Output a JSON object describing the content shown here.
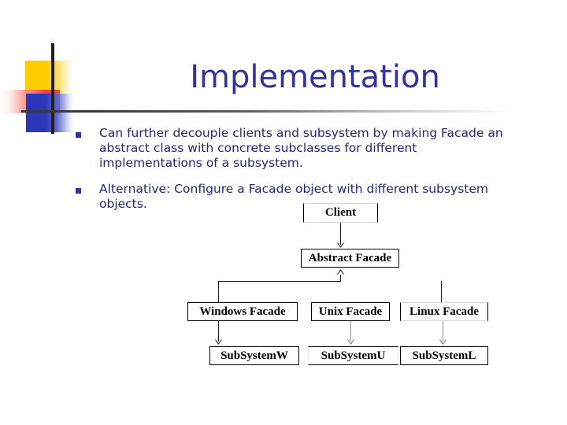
{
  "slide": {
    "title": "Implementation",
    "accent_color": "#333399",
    "body_color": "#262673",
    "background": "#ffffff",
    "decoration": {
      "yellow": "#ffcc00",
      "red": "#f2413a",
      "blue": "#2b36b8",
      "rule": "#3a3a3a"
    },
    "bullets": [
      {
        "marker": "square-bullet",
        "text": "Can further decouple clients and subsystem by making Facade an abstract class with concrete subclasses for different implementations of a subsystem."
      },
      {
        "marker": "square-bullet",
        "text": "Alternative: Configure a Facade object with different subsystem objects."
      }
    ]
  },
  "diagram": {
    "type": "class-hierarchy",
    "nodes": [
      {
        "id": "client",
        "label": "Client",
        "border": "sides"
      },
      {
        "id": "abstract-facade",
        "label": "Abstract Facade",
        "border": "box"
      },
      {
        "id": "windows-facade",
        "label": "Windows Facade",
        "border": "box"
      },
      {
        "id": "unix-facade",
        "label": "Unix Facade",
        "border": "box"
      },
      {
        "id": "linux-facade",
        "label": "Linux Facade",
        "border": "sides"
      },
      {
        "id": "subsystem-w",
        "label": "SubSystemW",
        "border": "box"
      },
      {
        "id": "subsystem-u",
        "label": "SubSystemU",
        "border": "updown"
      },
      {
        "id": "subsystem-l",
        "label": "SubSystemL",
        "border": "box"
      }
    ],
    "edges": [
      {
        "from": "client",
        "to": "abstract-facade",
        "kind": "association"
      },
      {
        "from": "windows-facade",
        "to": "abstract-facade",
        "kind": "generalization"
      },
      {
        "from": "unix-facade",
        "to": "abstract-facade",
        "kind": "generalization"
      },
      {
        "from": "linux-facade",
        "to": "abstract-facade",
        "kind": "generalization"
      },
      {
        "from": "windows-facade",
        "to": "subsystem-w",
        "kind": "association"
      },
      {
        "from": "unix-facade",
        "to": "subsystem-u",
        "kind": "association"
      },
      {
        "from": "linux-facade",
        "to": "subsystem-l",
        "kind": "association"
      }
    ]
  }
}
